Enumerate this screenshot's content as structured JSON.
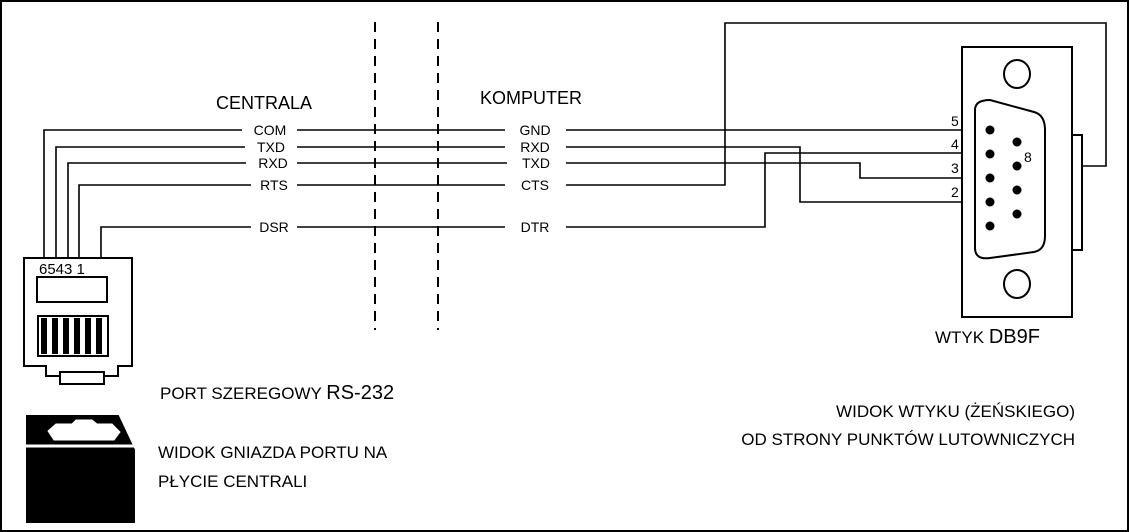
{
  "headers": {
    "left": "CENTRALA",
    "right": "KOMPUTER"
  },
  "signals_left": [
    "COM",
    "TXD",
    "RXD",
    "RTS",
    "DSR"
  ],
  "signals_right": [
    "GND",
    "RXD",
    "TXD",
    "CTS",
    "DTR"
  ],
  "rj_pins": "6543 1",
  "db9_pins": [
    "5",
    "4",
    "3",
    "2",
    "8"
  ],
  "connector_caption": {
    "prefix": "WTYK ",
    "name": "DB9F"
  },
  "port_caption": {
    "prefix": "PORT SZEREGOWY ",
    "name": "RS-232"
  },
  "socket_caption": {
    "line1": "WIDOK GNIAZDA PORTU NA",
    "line2": "PŁYCIE CENTRALI"
  },
  "view_caption": {
    "line1": "WIDOK WTYKU (ŻEŃSKIEGO)",
    "line2": "OD STRONY PUNKTÓW LUTOWNICZYCH"
  }
}
